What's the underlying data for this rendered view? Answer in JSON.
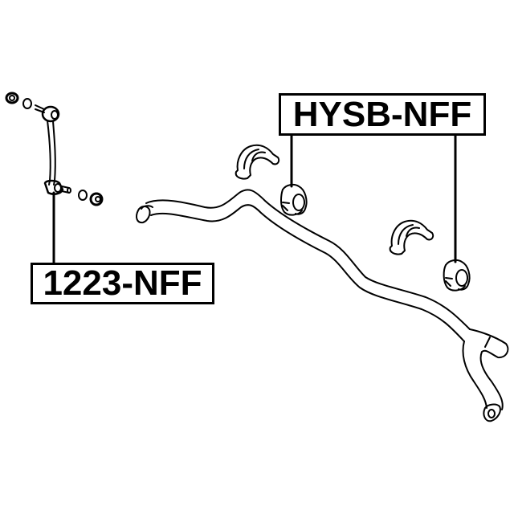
{
  "diagram": {
    "type": "exploded parts diagram",
    "subject": "front stabilizer bar assembly",
    "colors": {
      "line": "#000000",
      "background": "#ffffff"
    },
    "callouts": [
      {
        "id": "hysb",
        "label": "HYSB-NFF",
        "points_to": [
          "stabilizer bar bushing (left)",
          "stabilizer bar bushing (right)"
        ]
      },
      {
        "id": "1223",
        "label": "1223-NFF",
        "points_to": [
          "stabilizer link"
        ]
      }
    ],
    "parts": [
      "stabilizer link with ball joints, washers and nuts",
      "stabilizer bar",
      "bushing bracket (left)",
      "bushing (left)",
      "bushing bracket (right)",
      "bushing (right)"
    ]
  }
}
